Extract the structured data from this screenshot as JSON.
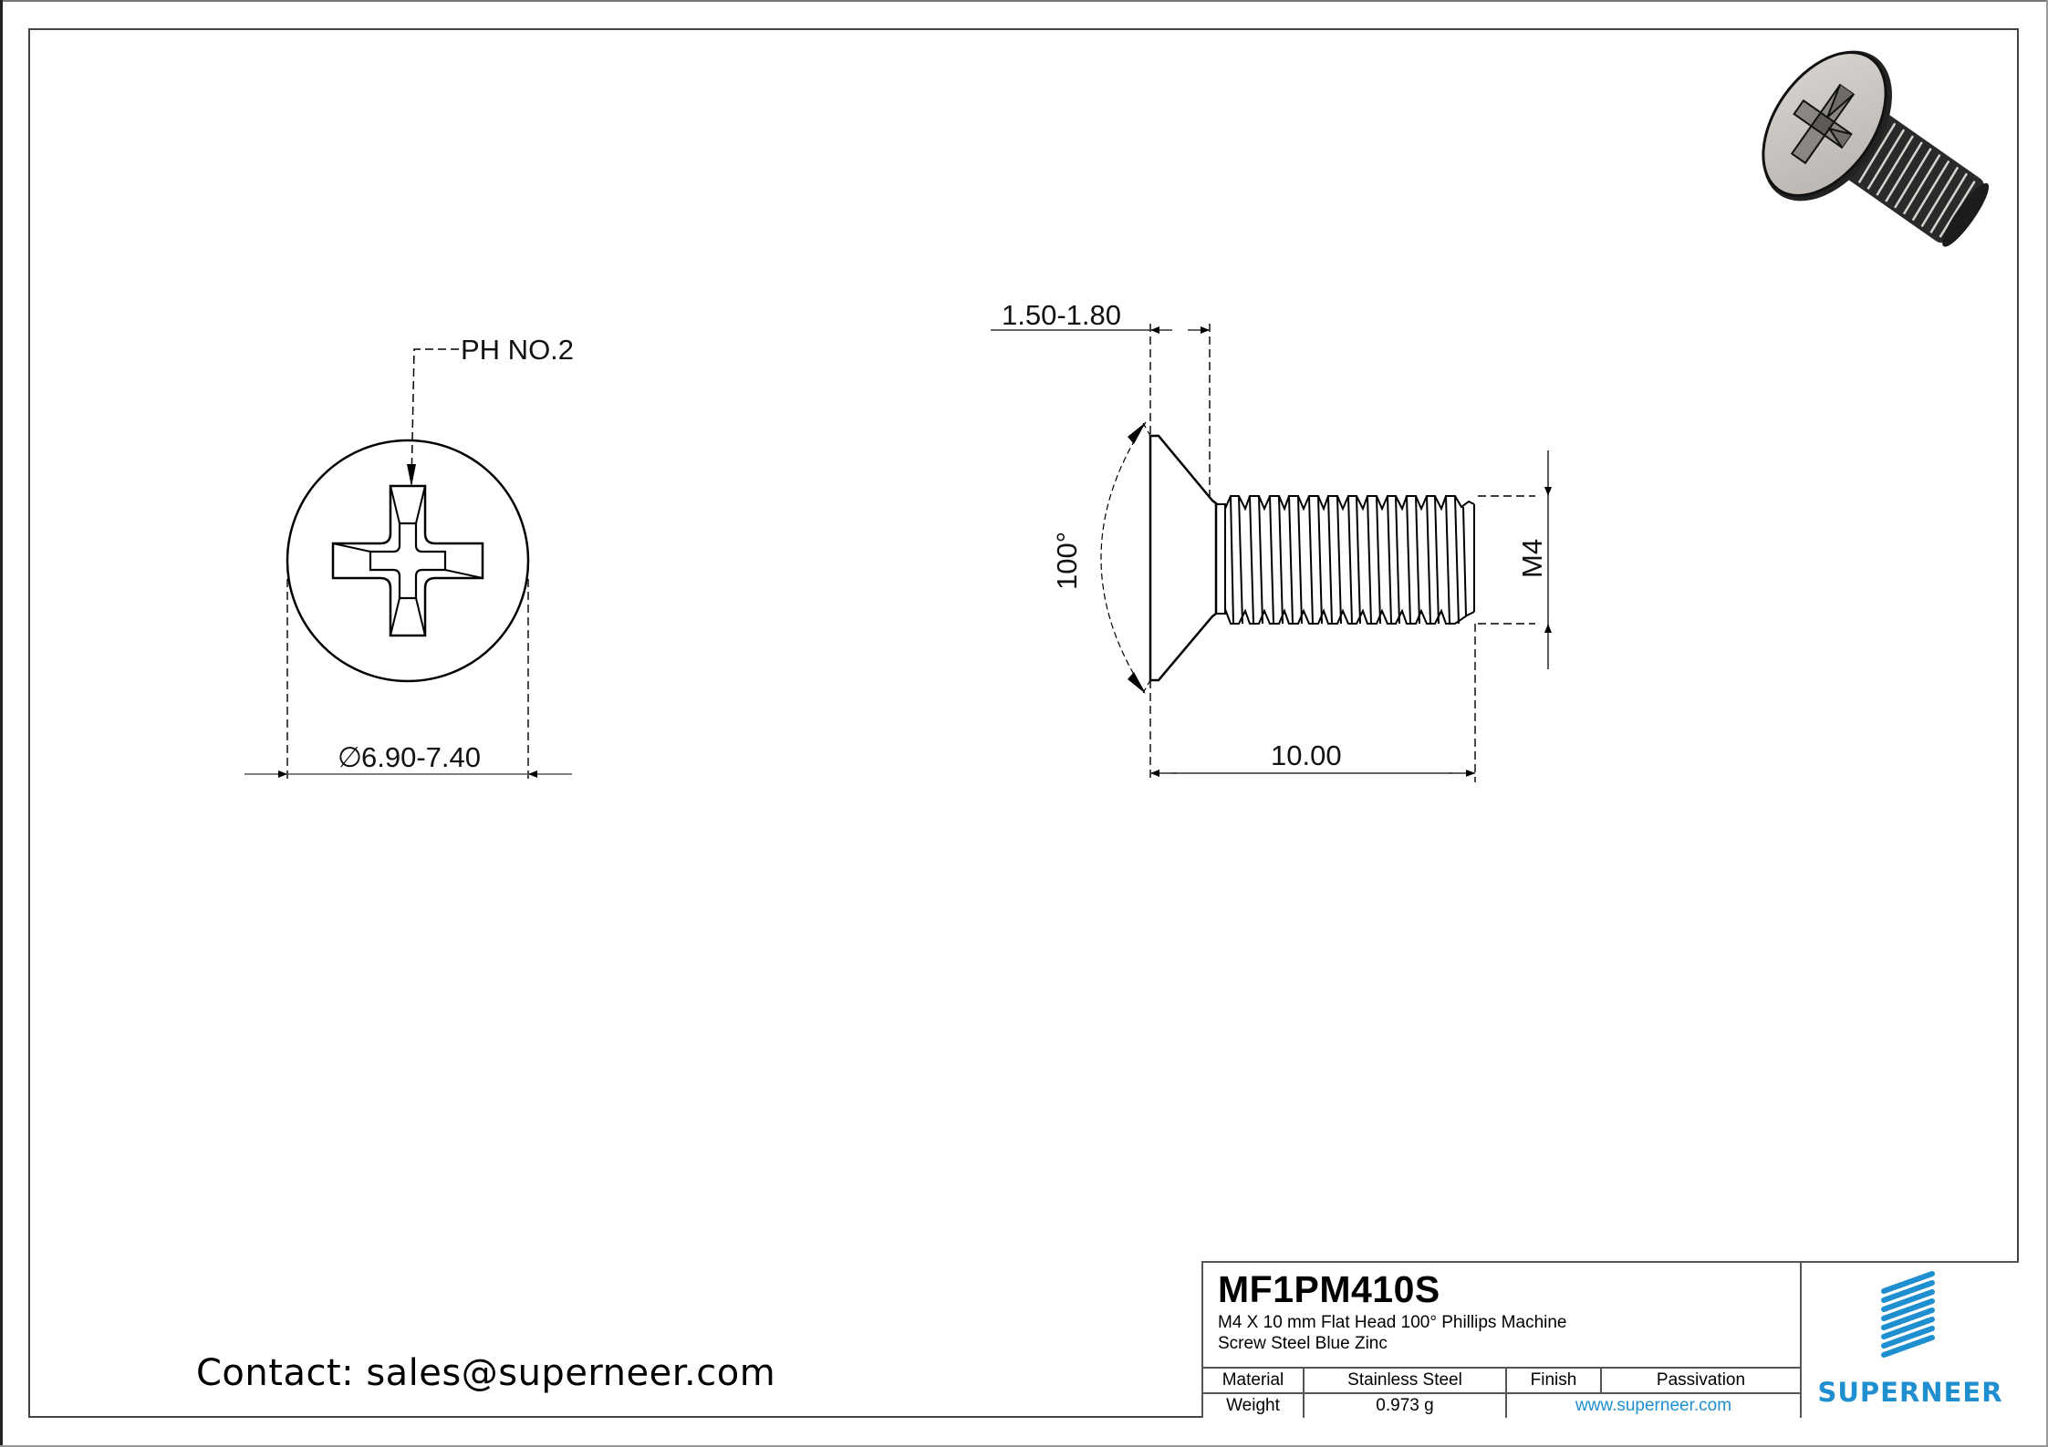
{
  "drawing": {
    "front_view": {
      "drive_callout": "PH NO.2",
      "diameter_symbol": "∅",
      "diameter_dimension": "6.90-7.40"
    },
    "side_view": {
      "head_height_dimension": "1.50-1.80",
      "head_angle_dimension": "100°",
      "thread_size_dimension": "M4",
      "length_dimension": "10.00"
    },
    "iso_view": {
      "description": "3D render of flat head phillips machine screw"
    }
  },
  "contact": {
    "text": "Contact: sales@superneer.com"
  },
  "title_block": {
    "part_number": "MF1PM410S",
    "description_line1": "M4 X 10 mm  Flat Head 100° Phillips Machine",
    "description_line2": "Screw Steel Blue Zinc",
    "material_label": "Material",
    "material_value": "Stainless Steel",
    "finish_label": "Finish",
    "finish_value": "Passivation",
    "weight_label": "Weight",
    "weight_value": "0.973 g",
    "website": "www.superneer.com",
    "brand": "SUPERNEER",
    "brand_color": "#1f8fd0"
  }
}
